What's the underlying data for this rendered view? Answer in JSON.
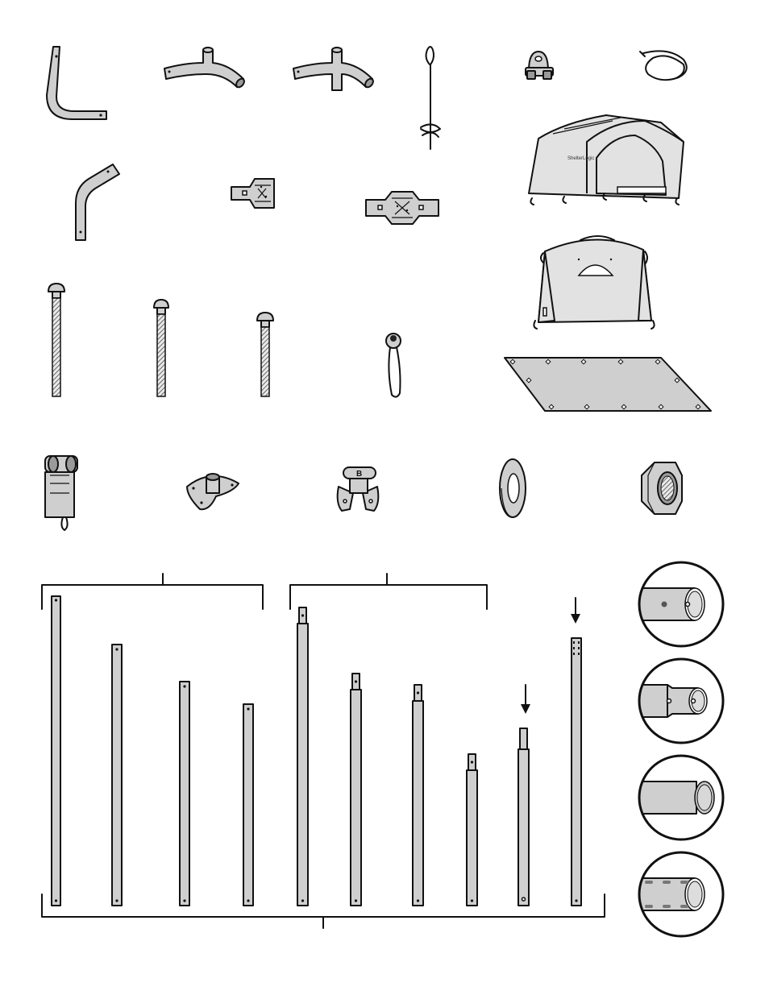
{
  "figure": {
    "kind": "parts identification diagram",
    "brand_mark_on_cover": "ShelterLogic",
    "colors": {
      "line": "#111111",
      "metal": "#cfcfcf",
      "fabric": "#e2e2e2",
      "background": "#ffffff"
    }
  },
  "hardware_parts": [
    {
      "name": "corner-elbow-pipe",
      "icon": "bent-pipe"
    },
    {
      "name": "side-t-connector",
      "icon": "t-pipe"
    },
    {
      "name": "center-cross-connector",
      "icon": "cross-pipe"
    },
    {
      "name": "auger-anchor",
      "icon": "ground-anchor"
    },
    {
      "name": "cable-clamp",
      "icon": "wire-rope-clip"
    },
    {
      "name": "cable",
      "icon": "coiled-cable"
    },
    {
      "name": "peak-elbow-pipe",
      "icon": "bent-pipe"
    },
    {
      "name": "end-tension-bracket",
      "icon": "bracket"
    },
    {
      "name": "center-tension-bracket",
      "icon": "bracket"
    },
    {
      "name": "long-carriage-bolt",
      "icon": "bolt"
    },
    {
      "name": "medium-carriage-bolt",
      "icon": "bolt"
    },
    {
      "name": "short-carriage-bolt",
      "icon": "bolt"
    },
    {
      "name": "ball-bungee",
      "icon": "bungee"
    },
    {
      "name": "ratchet-tensioner",
      "icon": "ratchet"
    },
    {
      "name": "foot-pad",
      "icon": "foot-plate"
    },
    {
      "name": "ratchet-clip",
      "icon": "clip"
    },
    {
      "name": "washer",
      "icon": "washer"
    },
    {
      "name": "hex-nut",
      "icon": "nut"
    }
  ],
  "fabric_parts": [
    {
      "name": "main-cover",
      "icon": "canopy-cover"
    },
    {
      "name": "end-panel",
      "icon": "end-panel"
    },
    {
      "name": "floor-tarp",
      "icon": "tarp"
    }
  ],
  "pipe_groups": [
    {
      "name": "plain-pipes",
      "count": 4
    },
    {
      "name": "swaged-pipes",
      "count": 6
    }
  ],
  "pipe_end_details": [
    {
      "name": "hole-end-detail",
      "icon": "pipe-end-hole"
    },
    {
      "name": "swaged-end-detail",
      "icon": "pipe-end-swaged"
    },
    {
      "name": "plain-end-detail",
      "icon": "pipe-end-plain"
    },
    {
      "name": "multi-hole-end-detail",
      "icon": "pipe-end-multihole"
    }
  ]
}
